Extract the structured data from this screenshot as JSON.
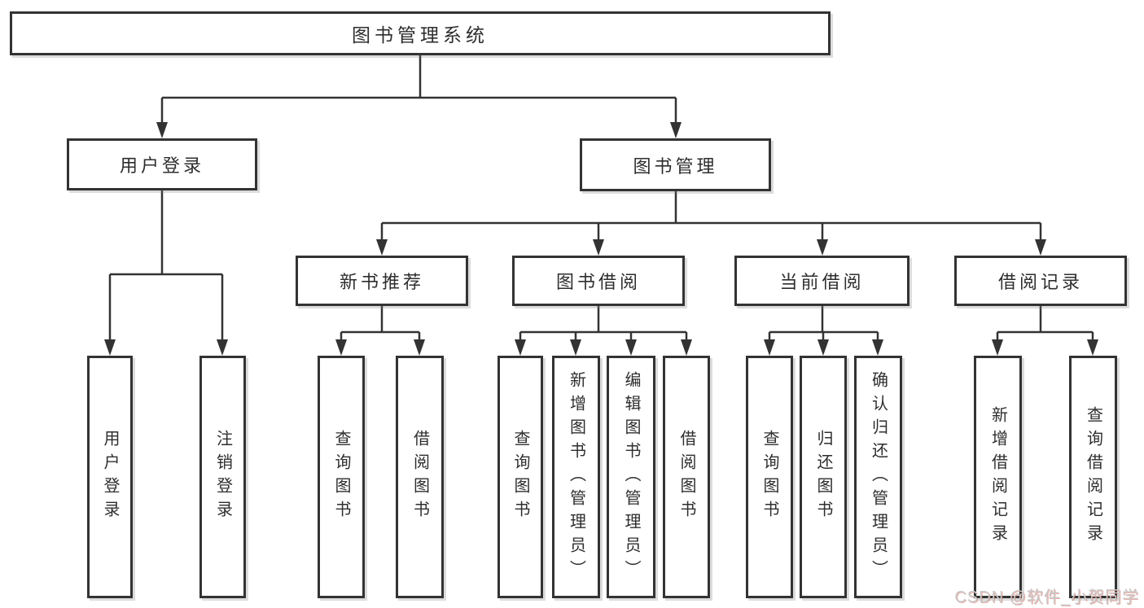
{
  "colors": {
    "line": "#333333",
    "text": "#2e2e2e",
    "box_background": "#ffffff",
    "watermark_gray": "#c9c9c9",
    "watermark_red_shadow": "#d66254"
  },
  "watermark": "CSDN @软件_小贺同学",
  "tree": {
    "root": "图书管理系统",
    "login": {
      "label": "用户登录",
      "leaves": [
        "用户登录",
        "注销登录"
      ]
    },
    "mgmt": {
      "label": "图书管理",
      "sections": [
        {
          "label": "新书推荐",
          "leaves": [
            "查询图书",
            "借阅图书"
          ]
        },
        {
          "label": "图书借阅",
          "leaves": [
            "查询图书",
            "新增图书（管理员）",
            "编辑图书（管理员）",
            "借阅图书"
          ]
        },
        {
          "label": "当前借阅",
          "leaves": [
            "查询图书",
            "归还图书",
            "确认归还（管理员）"
          ]
        },
        {
          "label": "借阅记录",
          "leaves": [
            "新增借阅记录",
            "查询借阅记录"
          ]
        }
      ]
    }
  }
}
